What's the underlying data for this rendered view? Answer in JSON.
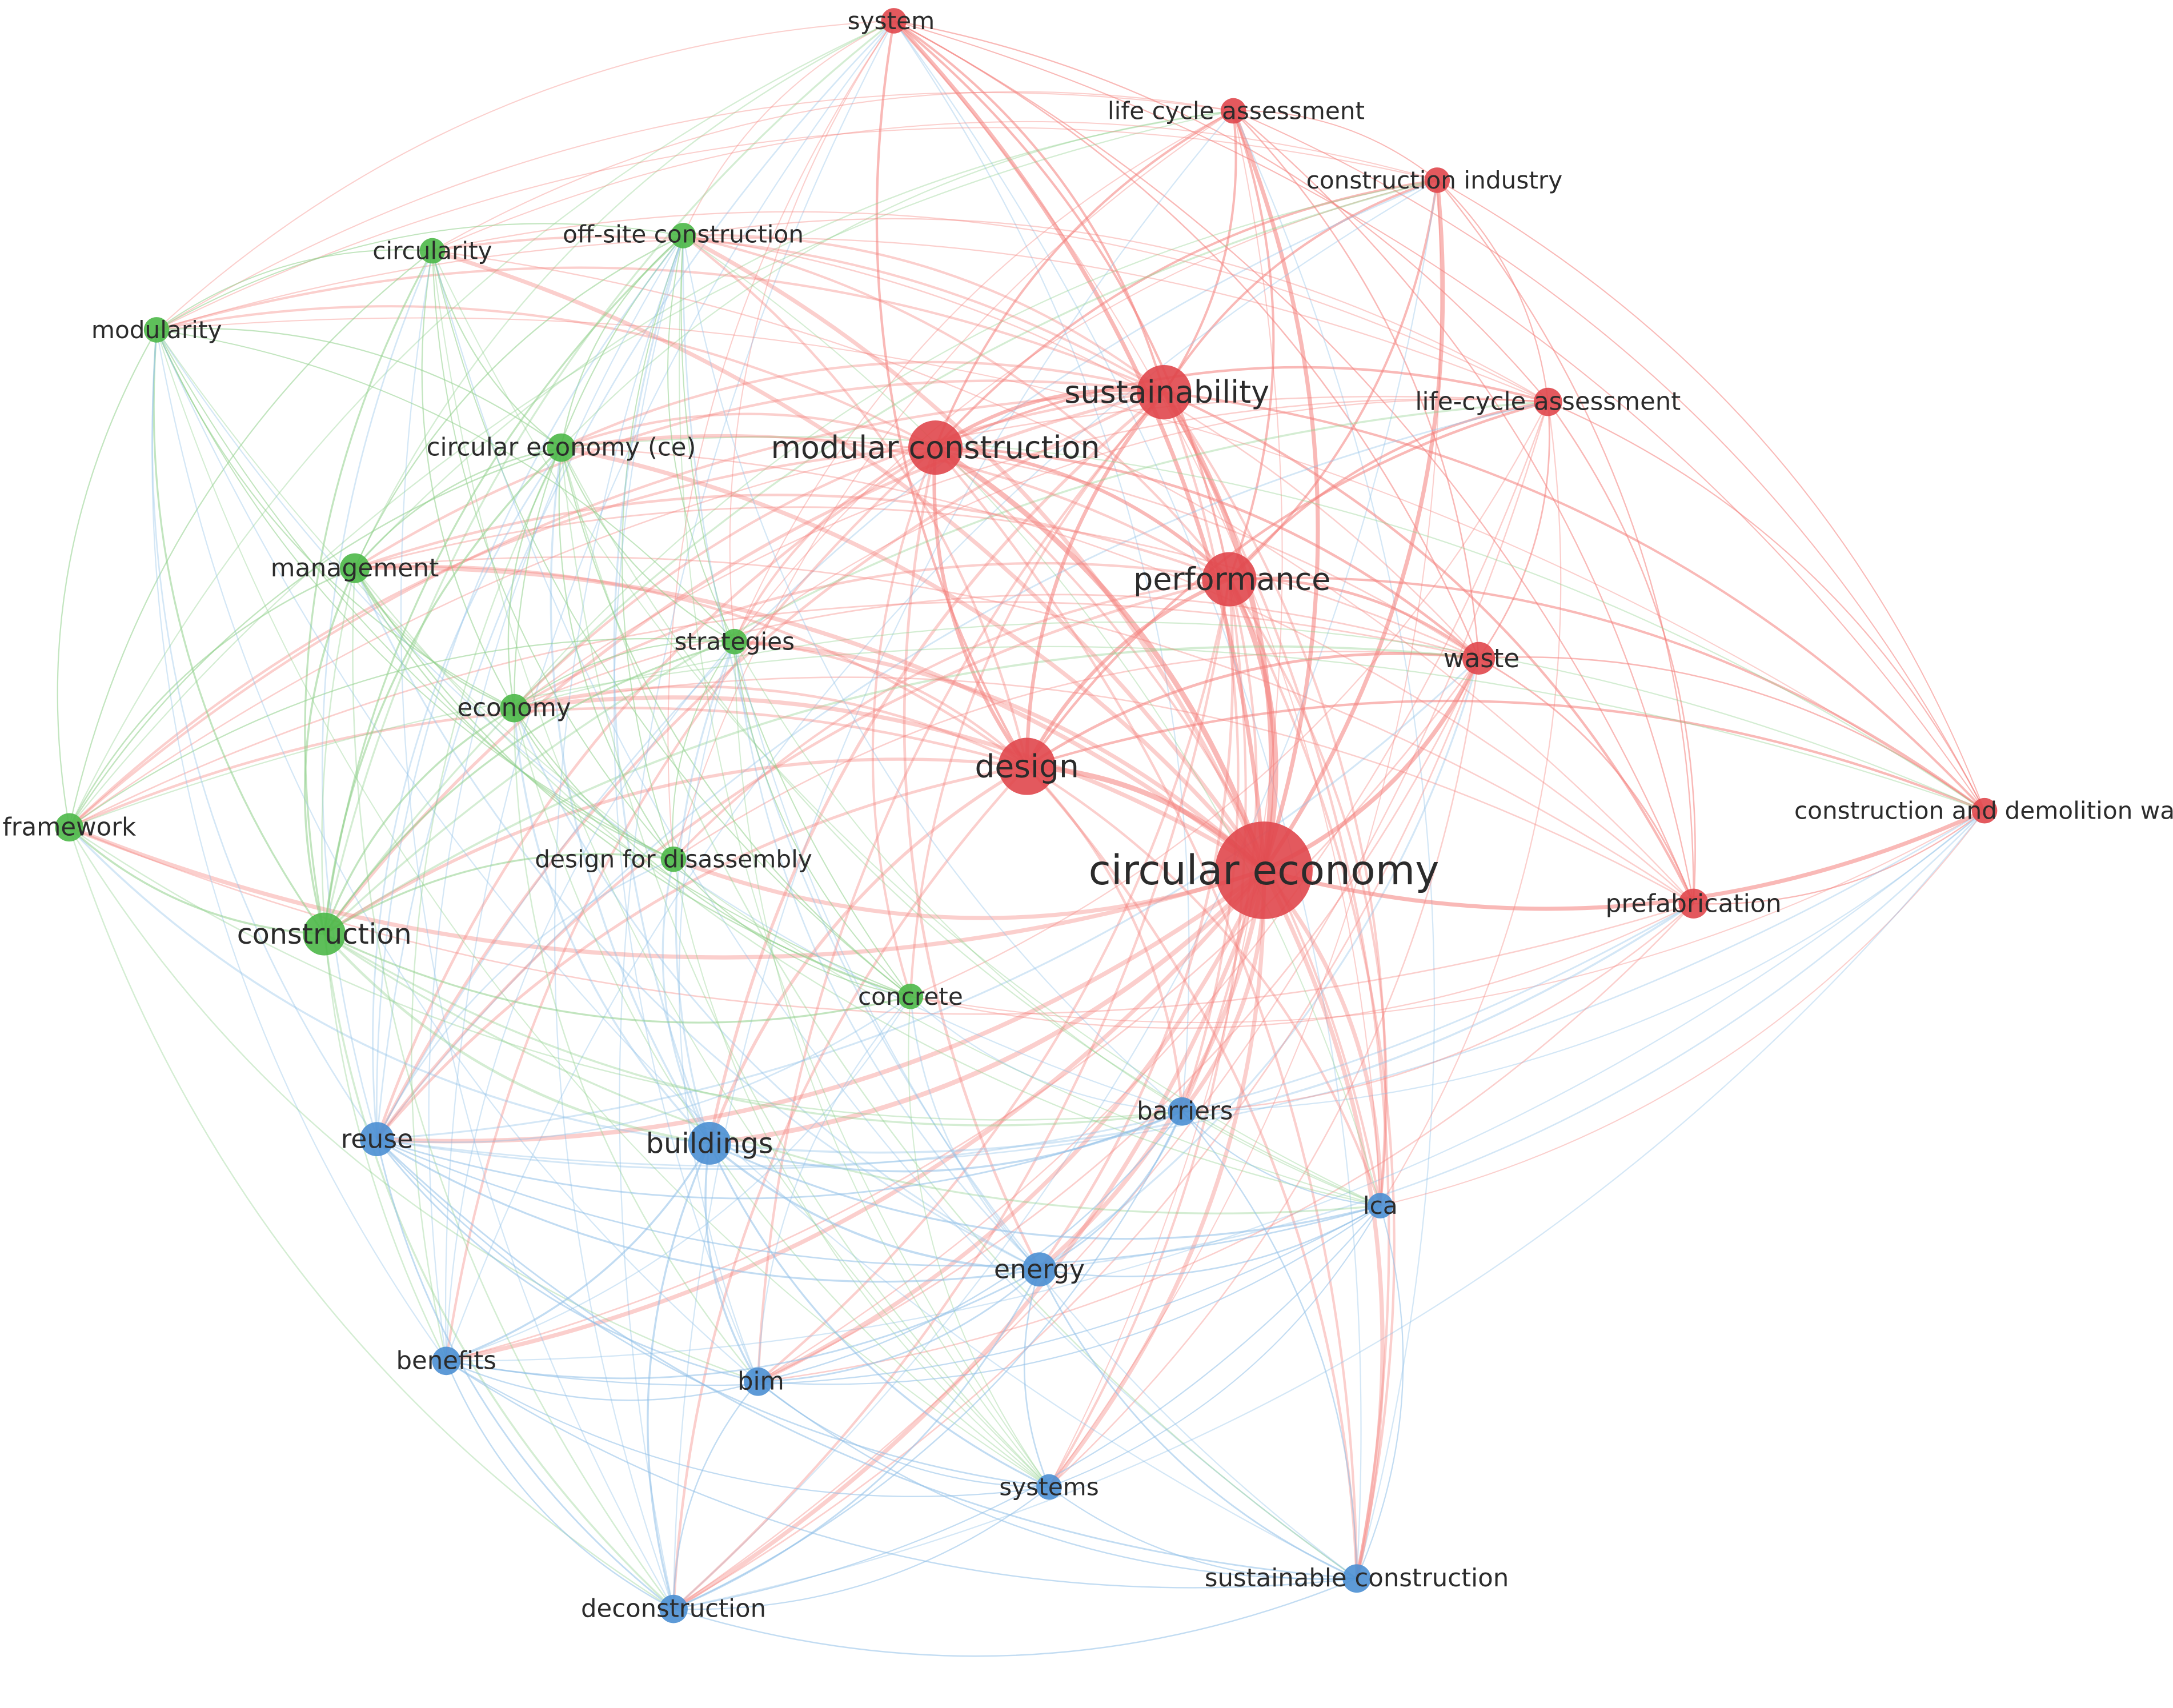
{
  "diagram": {
    "type": "bibliometric-cooccurrence-network",
    "clusters": [
      {
        "id": "red",
        "node_color": "#e0474c",
        "edge_color": "#f4807c"
      },
      {
        "id": "green",
        "node_color": "#4cb848",
        "edge_color": "#8fd08b"
      },
      {
        "id": "blue",
        "node_color": "#4b8fd3",
        "edge_color": "#8fbfe8"
      }
    ],
    "nodes": [
      {
        "id": "system",
        "label": "system",
        "cluster": "red",
        "weight": 1
      },
      {
        "id": "life_cycle_assessment",
        "label": "life cycle assessment",
        "cluster": "red",
        "weight": 1
      },
      {
        "id": "construction_industry",
        "label": "construction industry",
        "cluster": "red",
        "weight": 1
      },
      {
        "id": "sustainability",
        "label": "sustainability",
        "cluster": "red",
        "weight": 3
      },
      {
        "id": "life_cycle_assessment_hyphen",
        "label": "life-cycle assessment",
        "cluster": "red",
        "weight": 1.2
      },
      {
        "id": "modular_construction",
        "label": "modular construction",
        "cluster": "red",
        "weight": 3
      },
      {
        "id": "performance",
        "label": "performance",
        "cluster": "red",
        "weight": 3
      },
      {
        "id": "waste",
        "label": "waste",
        "cluster": "red",
        "weight": 1.5
      },
      {
        "id": "design",
        "label": "design",
        "cluster": "red",
        "weight": 3.2
      },
      {
        "id": "construction_and_demolition_waste",
        "label": "construction and demolition wa",
        "cluster": "red",
        "weight": 1
      },
      {
        "id": "circular_economy",
        "label": "circular economy",
        "cluster": "red",
        "weight": 6
      },
      {
        "id": "prefabrication",
        "label": "prefabrication",
        "cluster": "red",
        "weight": 1.3
      },
      {
        "id": "circularity",
        "label": "circularity",
        "cluster": "green",
        "weight": 1
      },
      {
        "id": "off_site_construction",
        "label": "off-site construction",
        "cluster": "green",
        "weight": 1
      },
      {
        "id": "modularity",
        "label": "modularity",
        "cluster": "green",
        "weight": 1
      },
      {
        "id": "circular_economy_ce",
        "label": "circular economy (ce)",
        "cluster": "green",
        "weight": 1.2
      },
      {
        "id": "management",
        "label": "management",
        "cluster": "green",
        "weight": 1.3
      },
      {
        "id": "strategies",
        "label": "strategies",
        "cluster": "green",
        "weight": 1
      },
      {
        "id": "economy",
        "label": "economy",
        "cluster": "green",
        "weight": 1.2
      },
      {
        "id": "framework",
        "label": "framework",
        "cluster": "green",
        "weight": 1.2
      },
      {
        "id": "design_for_disassembly",
        "label": "design for disassembly",
        "cluster": "green",
        "weight": 1
      },
      {
        "id": "construction",
        "label": "construction",
        "cluster": "green",
        "weight": 2.2
      },
      {
        "id": "concrete",
        "label": "concrete",
        "cluster": "green",
        "weight": 1
      },
      {
        "id": "reuse",
        "label": "reuse",
        "cluster": "blue",
        "weight": 1.6
      },
      {
        "id": "buildings",
        "label": "buildings",
        "cluster": "blue",
        "weight": 2.2
      },
      {
        "id": "barriers",
        "label": "barriers",
        "cluster": "blue",
        "weight": 1.2
      },
      {
        "id": "lca",
        "label": "lca",
        "cluster": "blue",
        "weight": 1
      },
      {
        "id": "energy",
        "label": "energy",
        "cluster": "blue",
        "weight": 1.6
      },
      {
        "id": "benefits",
        "label": "benefits",
        "cluster": "blue",
        "weight": 1.2
      },
      {
        "id": "bim",
        "label": "bim",
        "cluster": "blue",
        "weight": 1.2
      },
      {
        "id": "systems",
        "label": "systems",
        "cluster": "blue",
        "weight": 1
      },
      {
        "id": "sustainable_construction",
        "label": "sustainable construction",
        "cluster": "blue",
        "weight": 1.2
      },
      {
        "id": "deconstruction",
        "label": "deconstruction",
        "cluster": "blue",
        "weight": 1.2
      }
    ]
  }
}
